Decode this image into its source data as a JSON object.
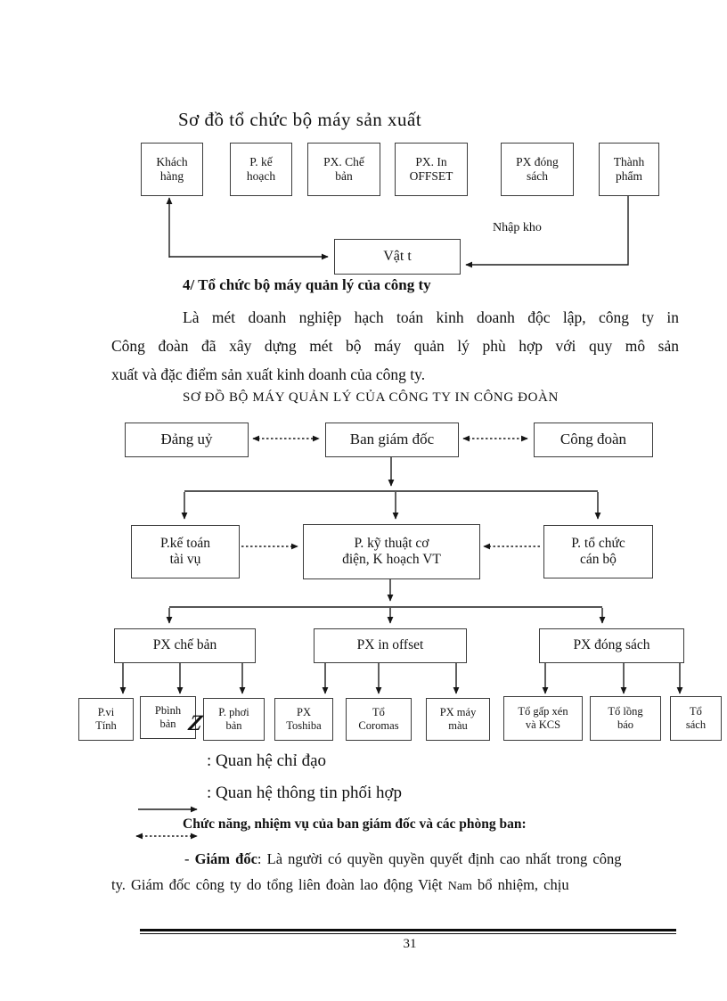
{
  "chart1": {
    "title": "Sơ đồ tổ chức bộ máy sản xuất",
    "boxes": [
      "Khách\nhàng",
      "P. kế\nhoạch",
      "PX. Chế\nbản",
      "PX. In\nOFFSET",
      "PX đóng\nsách",
      "Thành\nphẩm"
    ],
    "warehouse_label": "Nhập kho",
    "materials_box": "Vật t"
  },
  "section4": {
    "heading": "4/ Tổ chức bộ máy quản lý của công ty",
    "para_lines": [
      "Là mét doanh nghiệp hạch toán kinh doanh độc lập, công ty in",
      "Công đoàn đã xây dựng mét bộ máy quản lý phù hợp với quy mô sản",
      "xuất và đặc điểm sản xuất kinh doanh của công ty."
    ]
  },
  "chart2": {
    "title": "SƠ ĐỒ BỘ MÁY QUẢN LÝ CỦA CÔNG TY IN CÔNG ĐOÀN",
    "row1": [
      "Đảng uỷ",
      "Ban giám đốc",
      "Công đoàn"
    ],
    "row2": [
      "P.kế toán\ntài vụ",
      "P. kỹ thuật cơ\nđiện, K hoạch VT",
      "P. tổ chức\ncán bộ"
    ],
    "row3": [
      "PX chế bản",
      "PX in offset",
      "PX đóng sách"
    ],
    "row4": [
      "P.vi\nTính",
      "Pbình\nbản",
      "P. phơi\nbản",
      "PX\nToshiba",
      "Tổ\nCoromas",
      "PX máy\nmàu",
      "Tổ gấp xén\nvà KCS",
      "Tổ lồng\nbáo",
      "Tổ\nsách"
    ],
    "artifact_glyph": "Z"
  },
  "legend": {
    "solid_arrow_label": ": Quan hệ chỉ đạo",
    "dashed_arrow_label": ": Quan hệ thông tin phối hợp"
  },
  "functions": {
    "heading": "Chức năng, nhiệm vụ của ban giám đốc và các phòng ban:",
    "line1": {
      "dash": "- ",
      "bold": "Giám đốc",
      "rest": ": Là người có quyền quyền quyết định cao nhất trong công"
    },
    "line2": {
      "pre": "ty. Giám đốc công ty do tổng liên đoàn lao động Việt ",
      "nam": "Nam",
      "post": " bổ nhiệm, chịu"
    }
  },
  "page": {
    "number": "31"
  }
}
